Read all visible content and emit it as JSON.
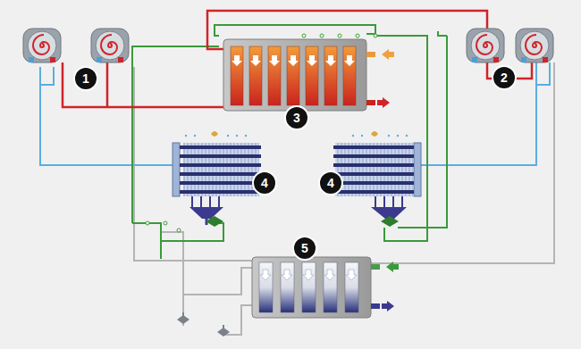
{
  "diagram": {
    "labels": [
      "1",
      "2",
      "3",
      "4",
      "4",
      "5"
    ]
  }
}
